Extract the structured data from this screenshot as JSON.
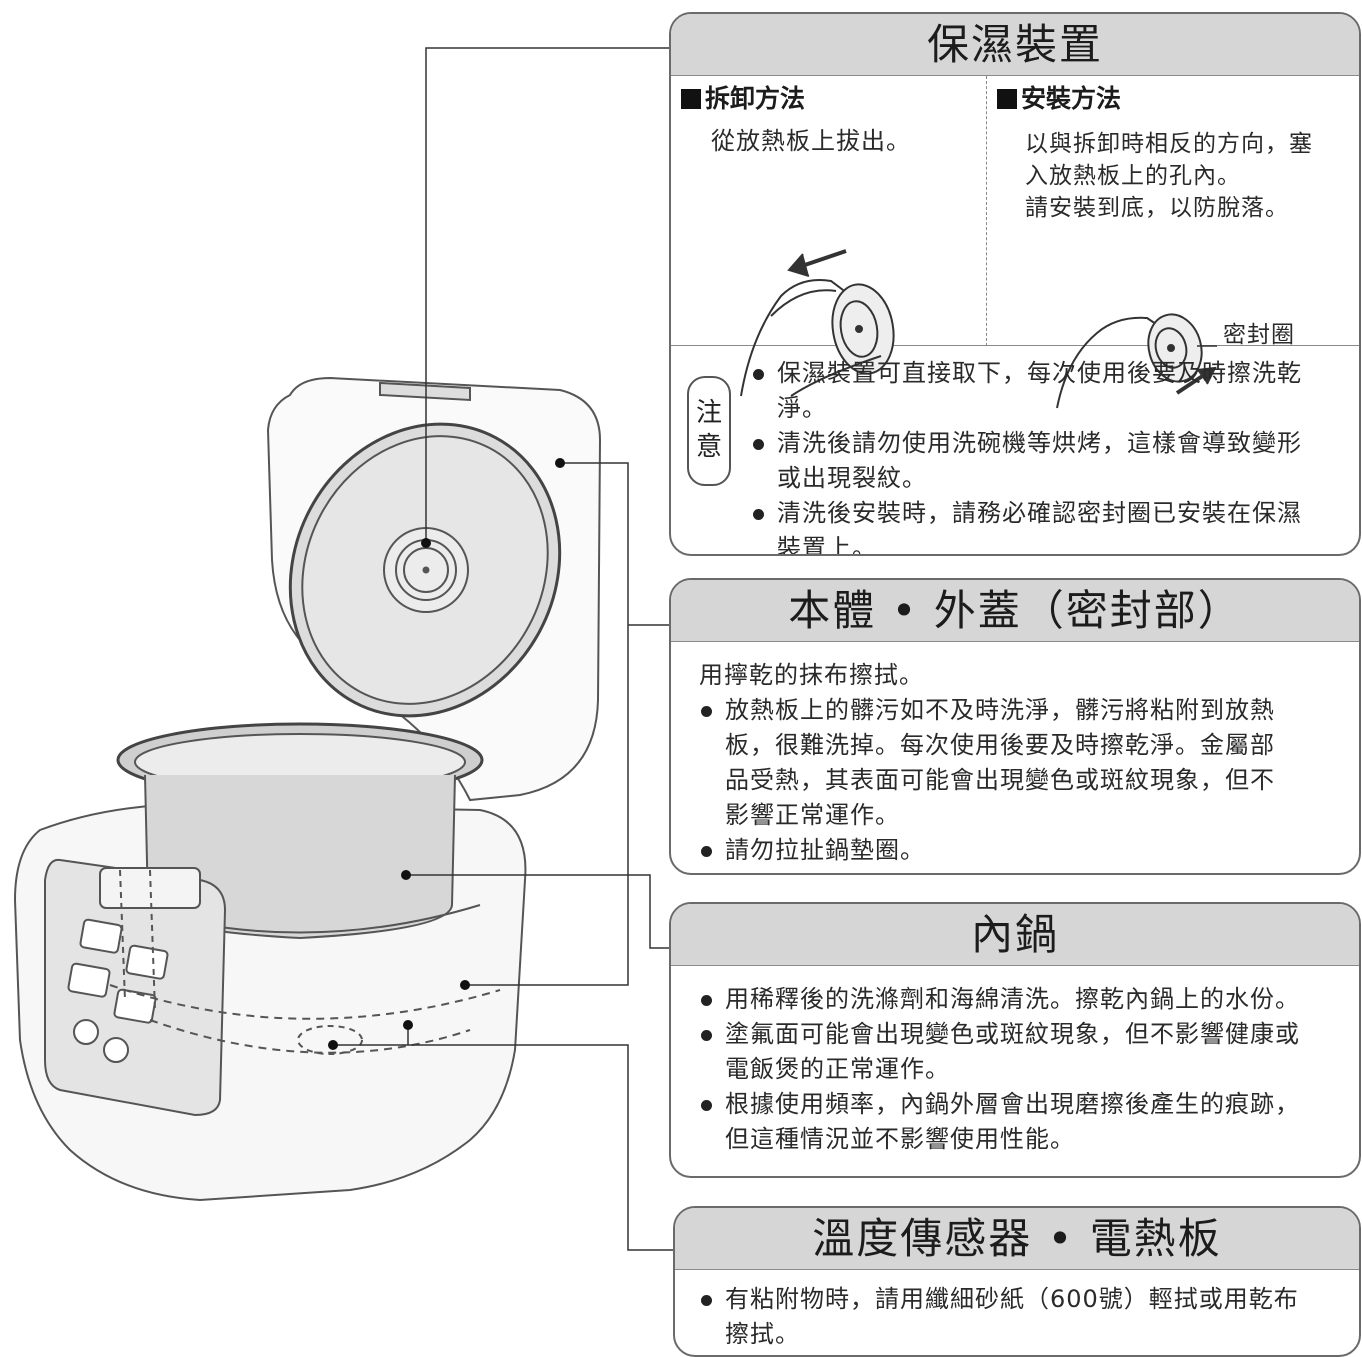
{
  "humidity_device": {
    "title": "保濕裝置",
    "remove": {
      "title": "拆卸方法",
      "text": "從放熱板上拔出。"
    },
    "install": {
      "title": "安裝方法",
      "lines": [
        "以與拆卸時相反的方向，塞",
        "入放熱板上的孔內。",
        "請安裝到底，以防脫落。"
      ],
      "seal_label": "密封圈"
    },
    "caution": {
      "badge": [
        "注",
        "意"
      ],
      "bullets": [
        [
          "保濕裝置可直接取下，每次使用後要及時擦洗乾",
          "淨。"
        ],
        [
          "清洗後請勿使用洗碗機等烘烤，這樣會導致變形",
          "或出現裂紋。"
        ],
        [
          "清洗後安裝時，請務必確認密封圈已安裝在保濕",
          "裝置上。"
        ]
      ]
    }
  },
  "body_lid": {
    "title": "本體 • 外蓋（密封部）",
    "intro": "用擰乾的抹布擦拭。",
    "bullets": [
      [
        "放熱板上的髒污如不及時洗淨，髒污將粘附到放熱",
        "板，很難洗掉。每次使用後要及時擦乾淨。金屬部",
        "品受熱，其表面可能會出現變色或斑紋現象，但不",
        "影響正常運作。"
      ],
      [
        "請勿拉扯鍋墊圈。"
      ]
    ]
  },
  "inner_pot": {
    "title": "內鍋",
    "bullets": [
      [
        "用稀釋後的洗滌劑和海綿清洗。擦乾內鍋上的水份。"
      ],
      [
        "塗氟面可能會出現變色或斑紋現象，但不影響健康或",
        "電飯煲的正常運作。"
      ],
      [
        "根據使用頻率，內鍋外層會出現磨擦後產生的痕跡，",
        "但這種情況並不影響使用性能。"
      ]
    ]
  },
  "sensor": {
    "title": "溫度傳感器 • 電熱板",
    "bullets": [
      [
        "有粘附物時，請用纖細砂紙（600號）輕拭或用乾布",
        "擦拭。"
      ]
    ]
  },
  "colors": {
    "header_bg": "#d6d6d6",
    "border": "#6a6a6a",
    "line_art": "#555555"
  }
}
